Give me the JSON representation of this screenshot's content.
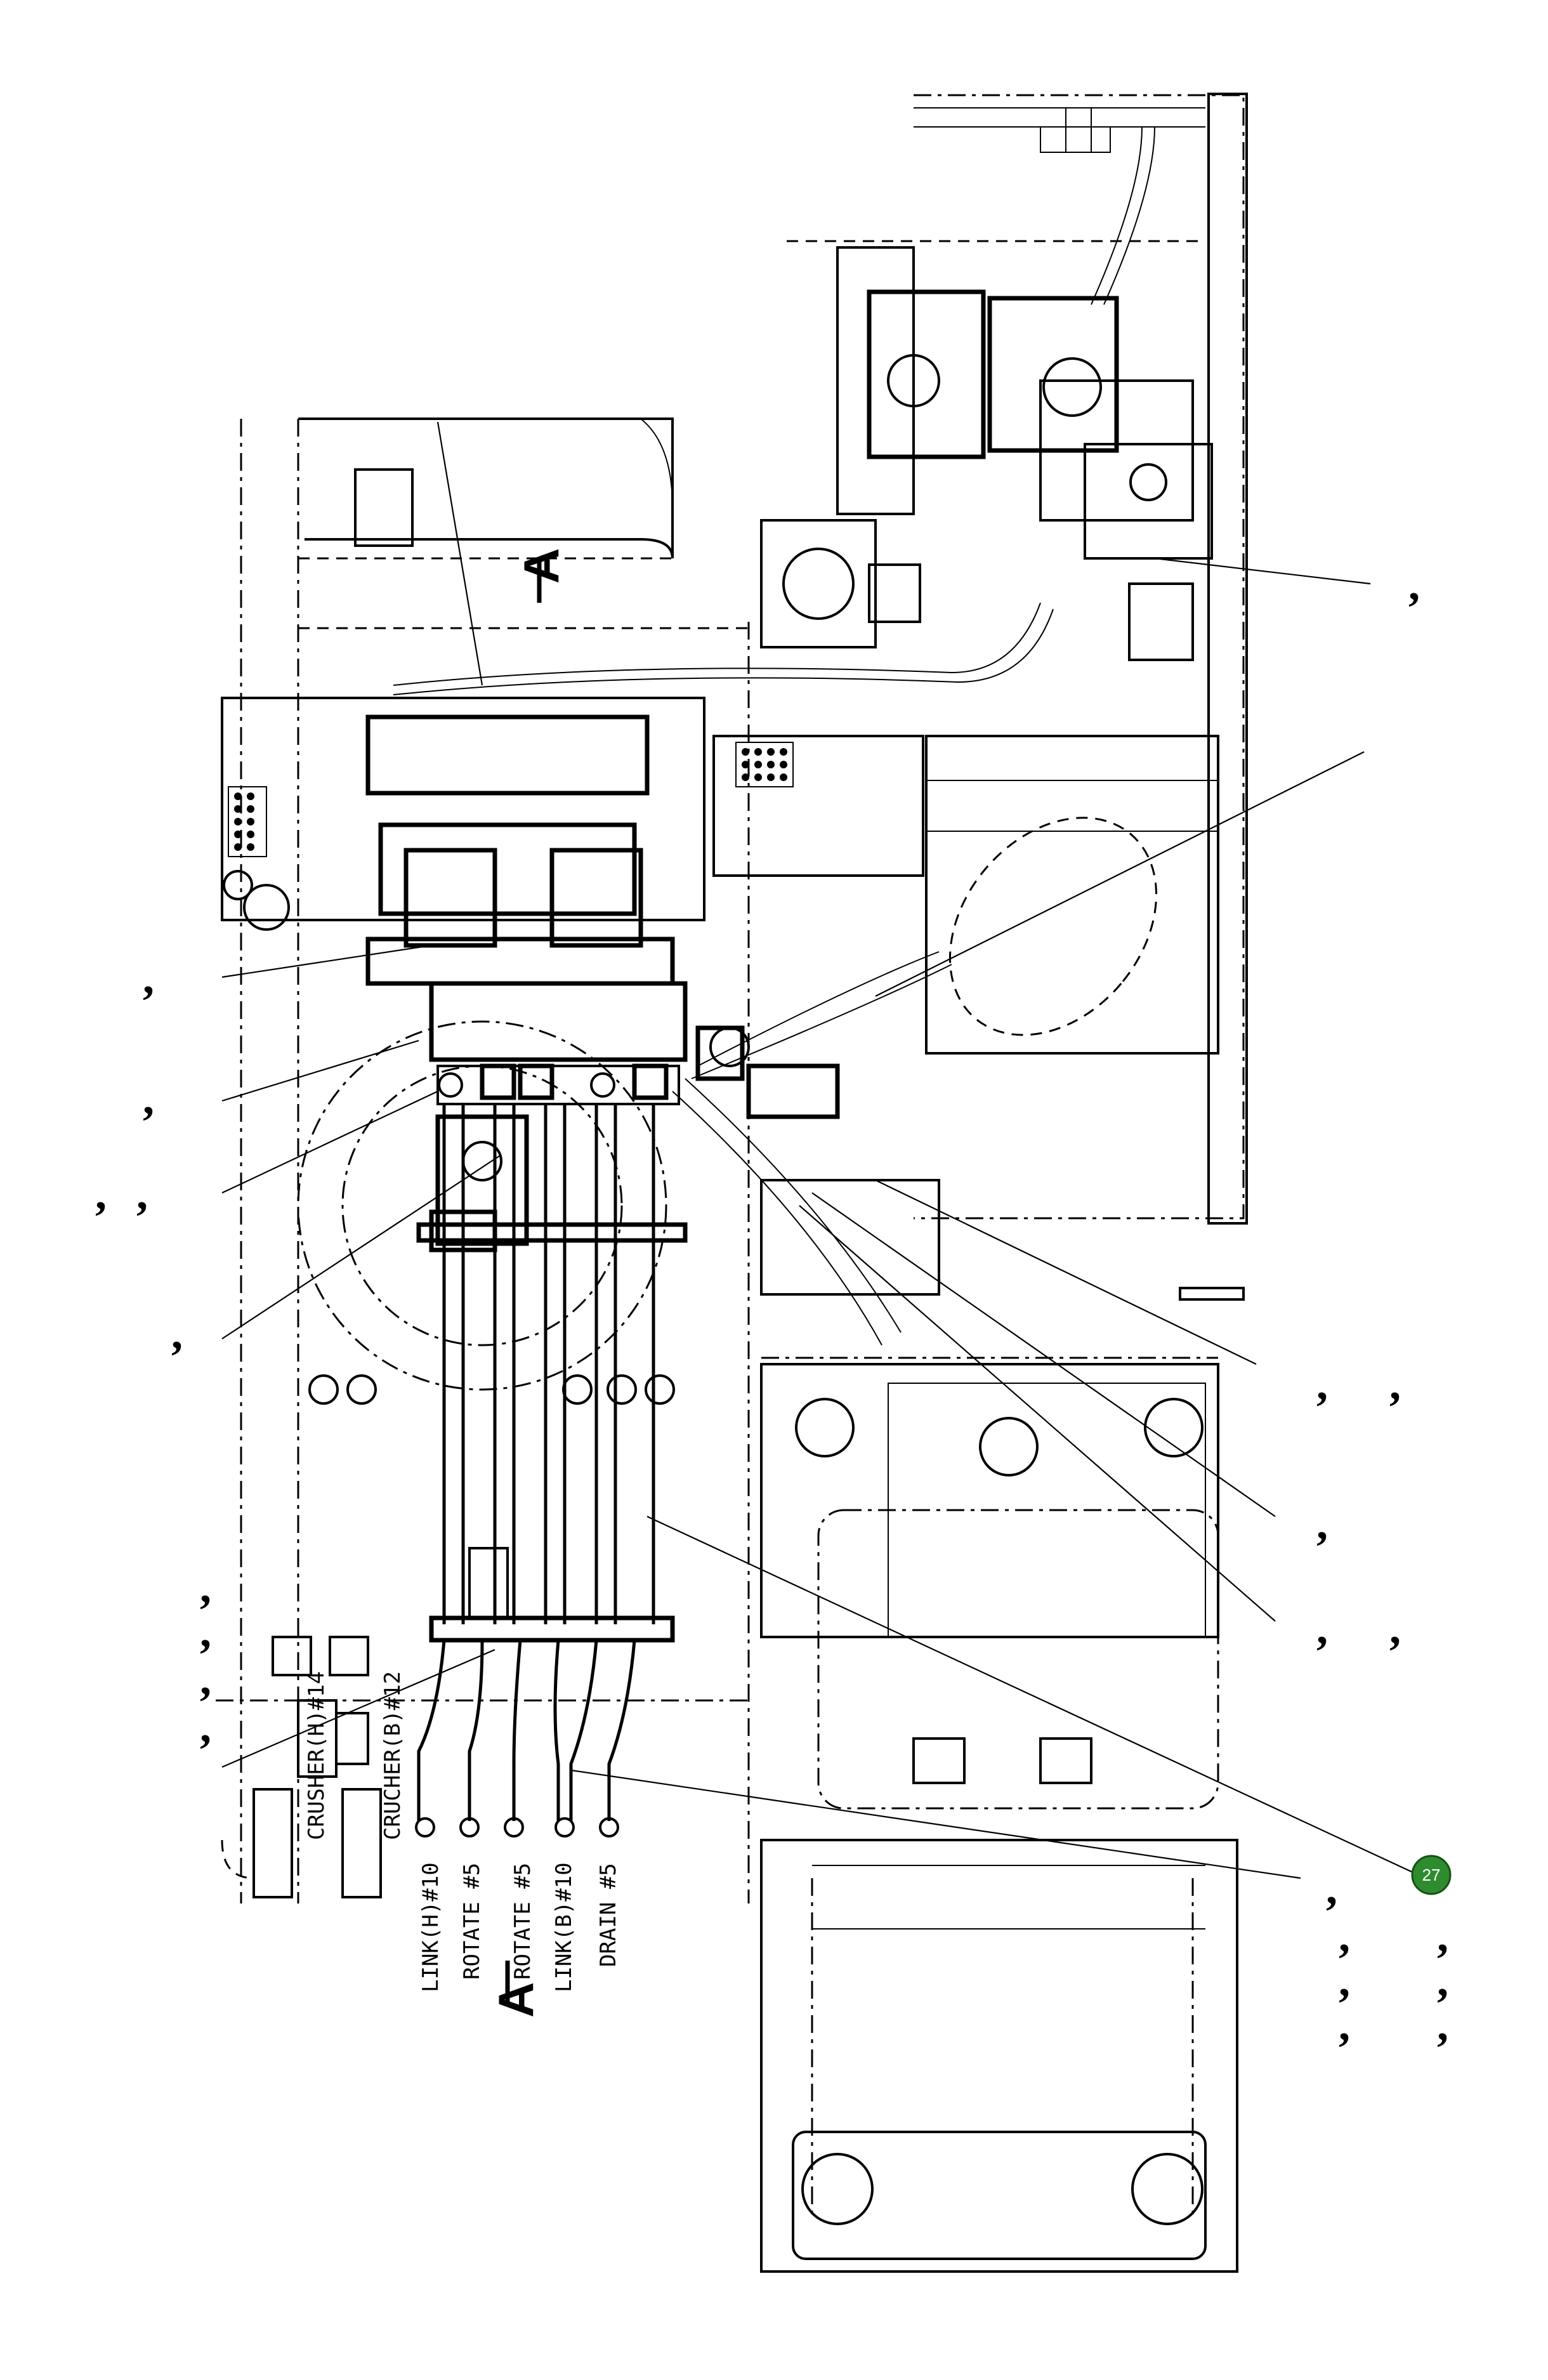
{
  "hose_labels": [
    "CRUSHER(H)#14",
    "CRUCHER(B)#12",
    "LINK(H)#10",
    "ROTATE #5",
    "ROTATE #5",
    "LINK(B)#10",
    "DRAIN #5"
  ],
  "view_marks": {
    "top": "A",
    "bottom": "A"
  },
  "callout": {
    "number": "27",
    "color": "#2e8b2e"
  },
  "separator": ","
}
